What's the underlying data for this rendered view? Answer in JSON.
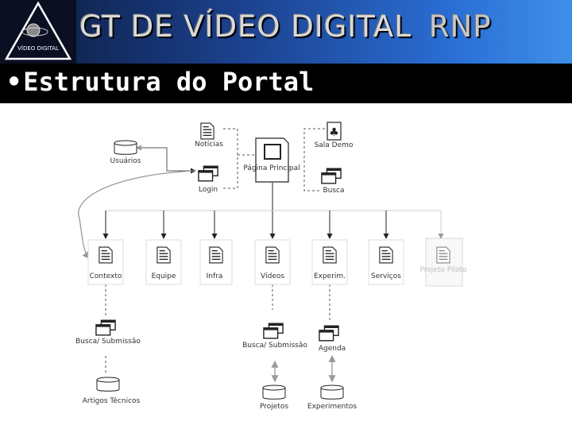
{
  "header": {
    "logo_text": "VÍDEO DIGITAL",
    "title": "GT DE VÍDEO DIGITAL",
    "brand": "RNP"
  },
  "slide": {
    "bullet": "•",
    "subtitle": "Estrutura do Portal"
  },
  "diagram": {
    "top_nodes": [
      {
        "id": "noticias",
        "label": "Notícias"
      },
      {
        "id": "sala",
        "label": "Sala Demo"
      },
      {
        "id": "usuarios",
        "label": "Usuários"
      },
      {
        "id": "pagina",
        "label": "Página Principal"
      },
      {
        "id": "login",
        "label": "Login"
      },
      {
        "id": "busca",
        "label": "Busca"
      }
    ],
    "sections": [
      {
        "id": "contexto",
        "label": "Contexto"
      },
      {
        "id": "equipe",
        "label": "Equipe"
      },
      {
        "id": "infra",
        "label": "Infra"
      },
      {
        "id": "videos",
        "label": "Vídeos"
      },
      {
        "id": "experim",
        "label": "Experim."
      },
      {
        "id": "servicos",
        "label": "Serviços"
      },
      {
        "id": "projeto",
        "label": "Projeto Piloto"
      }
    ],
    "sub_nodes": [
      {
        "id": "busca-submissao",
        "label": "Busca/ Submissão"
      },
      {
        "id": "busca-submissao-2",
        "label": "Busca/ Submissão"
      },
      {
        "id": "agenda",
        "label": "Agenda"
      }
    ],
    "databases": [
      {
        "id": "artigos",
        "label": "Artigos Técnicos"
      },
      {
        "id": "projetos",
        "label": "Projetos"
      },
      {
        "id": "experimentos",
        "label": "Experimentos"
      }
    ]
  }
}
